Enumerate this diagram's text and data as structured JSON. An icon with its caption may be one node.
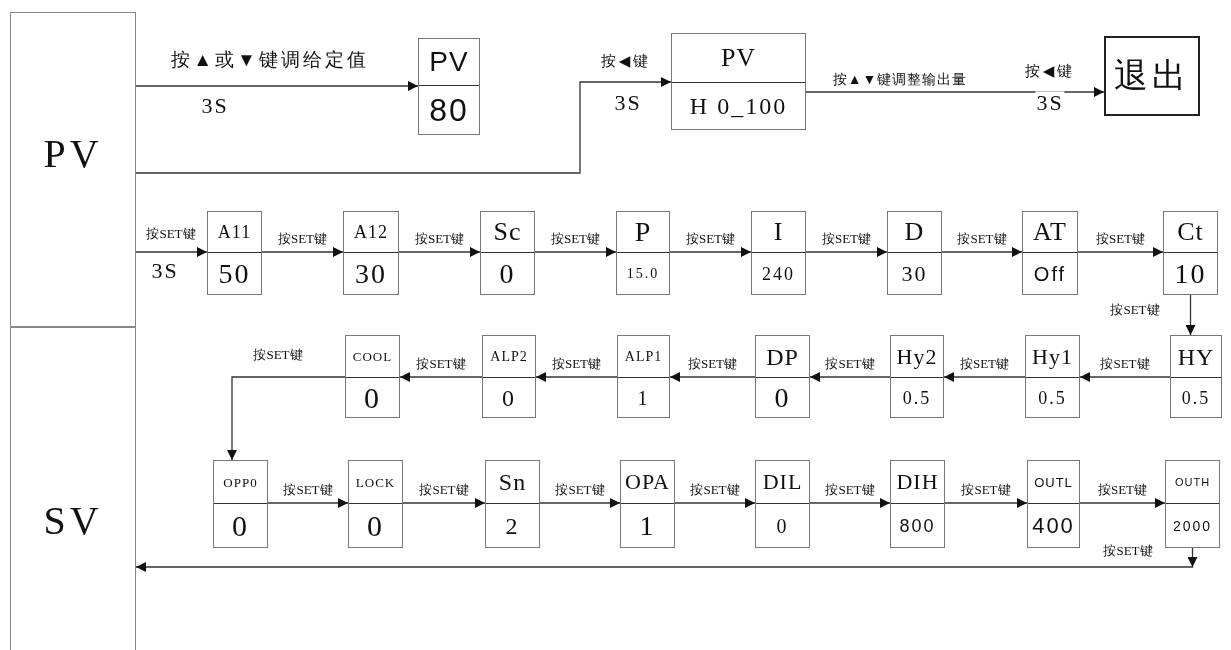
{
  "diagram": {
    "nodes": [
      {
        "text": [
          "PV"
        ]
      },
      {
        "text": [
          "PV",
          "80"
        ]
      },
      {
        "text": [
          "PV",
          "H 0_100"
        ],
        "beside": [
          "按▲▼键调整输出量"
        ]
      },
      {
        "text": [
          "退出"
        ]
      },
      {
        "text": [
          "A11",
          "50"
        ]
      },
      {
        "text": [
          "A12",
          "30"
        ]
      },
      {
        "text": [
          "Sc",
          "0"
        ]
      },
      {
        "text": [
          "P",
          "15.0"
        ]
      },
      {
        "text": [
          "I",
          "240"
        ]
      },
      {
        "text": [
          "D",
          "30"
        ]
      },
      {
        "text": [
          "AT",
          "Off"
        ]
      },
      {
        "text": [
          "Ct",
          "10"
        ]
      },
      {
        "text": [
          "COOL",
          "0"
        ]
      },
      {
        "text": [
          "ALP2",
          "0"
        ]
      },
      {
        "text": [
          "ALP1",
          "1"
        ]
      },
      {
        "text": [
          "DP",
          "0"
        ]
      },
      {
        "text": [
          "Hy2",
          "0.5"
        ]
      },
      {
        "text": [
          "Hy1",
          "0.5"
        ]
      },
      {
        "text": [
          "HY",
          "0.5"
        ]
      },
      {
        "text": [
          "OPP0",
          "0"
        ]
      },
      {
        "text": [
          "LOCK",
          "0"
        ]
      },
      {
        "text": [
          "Sn",
          "2"
        ]
      },
      {
        "text": [
          "OPA",
          "1"
        ]
      },
      {
        "text": [
          "DIL",
          "0"
        ]
      },
      {
        "text": [
          "DIH",
          "800"
        ]
      },
      {
        "text": [
          "OUTL",
          "400"
        ]
      },
      {
        "text": [
          "OUTH",
          "2000"
        ]
      },
      {
        "text": [
          "SV"
        ]
      }
    ],
    "edges": [
      {
        "from": 0,
        "to": 1,
        "arrow": "to",
        "label": "按▲或▼键调给定值"
      },
      {
        "from": 0,
        "to": 2,
        "arrow": "to",
        "label": "按◀键"
      },
      {
        "from": 2,
        "to": 3,
        "arrow": "to",
        "label": "按◀键"
      },
      {
        "from": 0,
        "to": 4,
        "arrow": "to",
        "label": "按SET键"
      },
      {
        "from": 4,
        "to": 5,
        "arrow": "to",
        "label": "按SET键"
      },
      {
        "from": 5,
        "to": 6,
        "arrow": "to",
        "label": "按SET键"
      },
      {
        "from": 6,
        "to": 7,
        "arrow": "to",
        "label": "按SET键"
      },
      {
        "from": 7,
        "to": 8,
        "arrow": "to",
        "label": "按SET键"
      },
      {
        "from": 8,
        "to": 9,
        "arrow": "to",
        "label": "按SET键"
      },
      {
        "from": 9,
        "to": 10,
        "arrow": "to",
        "label": "按SET键"
      },
      {
        "from": 10,
        "to": 11,
        "arrow": "to",
        "label": "按SET键"
      },
      {
        "from": 11,
        "to": 18,
        "arrow": "to",
        "label": "按SET键"
      },
      {
        "from": 18,
        "to": 17,
        "arrow": "to",
        "label": "按SET键"
      },
      {
        "from": 17,
        "to": 16,
        "arrow": "to",
        "label": "按SET键"
      },
      {
        "from": 16,
        "to": 15,
        "arrow": "to",
        "label": "按SET键"
      },
      {
        "from": 15,
        "to": 14,
        "arrow": "to",
        "label": "按SET键"
      },
      {
        "from": 14,
        "to": 13,
        "arrow": "to",
        "label": "按SET键"
      },
      {
        "from": 13,
        "to": 12,
        "arrow": "to",
        "label": "按SET键"
      },
      {
        "from": 12,
        "to": 19,
        "arrow": "to",
        "label": "按SET键"
      },
      {
        "from": 19,
        "to": 20,
        "arrow": "to",
        "label": "按SET键"
      },
      {
        "from": 20,
        "to": 21,
        "arrow": "to",
        "label": "按SET键"
      },
      {
        "from": 21,
        "to": 22,
        "arrow": "to",
        "label": "按SET键"
      },
      {
        "from": 22,
        "to": 23,
        "arrow": "to",
        "label": "按SET键"
      },
      {
        "from": 23,
        "to": 24,
        "arrow": "to",
        "label": "按SET键"
      },
      {
        "from": 24,
        "to": 25,
        "arrow": "to",
        "label": "按SET键"
      },
      {
        "from": 25,
        "to": 26,
        "arrow": "to",
        "label": "按SET键"
      },
      {
        "from": 26,
        "to": 27,
        "arrow": "to",
        "label": "按SET键"
      }
    ],
    "labels": [
      "3S",
      "3S",
      "3S",
      "3S"
    ]
  }
}
